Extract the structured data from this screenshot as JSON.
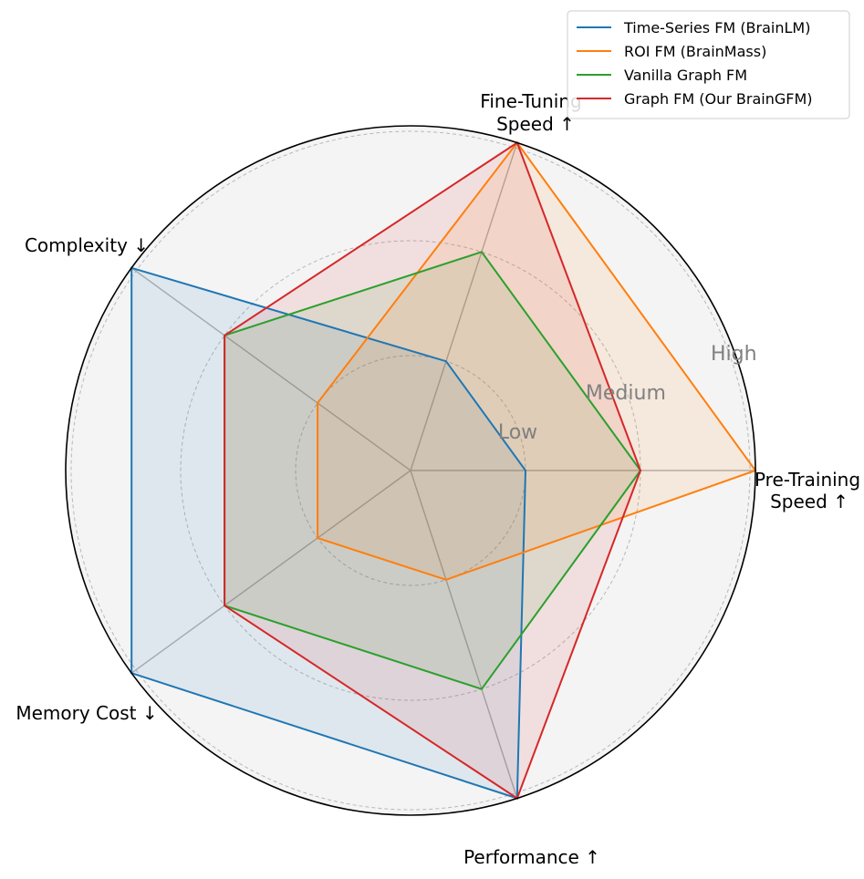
{
  "chart_data": {
    "type": "radar",
    "axes": [
      "Pre-Training\nSpeed ↑",
      "Fine-Tuning\nSpeed ↑",
      "Complexity ↓",
      "Memory Cost ↓",
      "Performance ↑"
    ],
    "levels": [
      "Low",
      "Medium",
      "High"
    ],
    "range": [
      0,
      3
    ],
    "grid": true,
    "legend_position": "top-right",
    "series": [
      {
        "name": "Time-Series FM (BrainLM)",
        "color": "#1f77b4",
        "values": [
          1,
          1,
          3,
          3,
          3
        ]
      },
      {
        "name": "ROI FM (BrainMass)",
        "color": "#ff7f0e",
        "values": [
          3,
          3,
          1,
          1,
          1
        ]
      },
      {
        "name": "Vanilla Graph FM",
        "color": "#2ca02c",
        "values": [
          2,
          2,
          2,
          2,
          2
        ]
      },
      {
        "name": "Graph FM (Our BrainGFM)",
        "color": "#d62728",
        "values": [
          2,
          3,
          2,
          2,
          3
        ]
      }
    ]
  }
}
